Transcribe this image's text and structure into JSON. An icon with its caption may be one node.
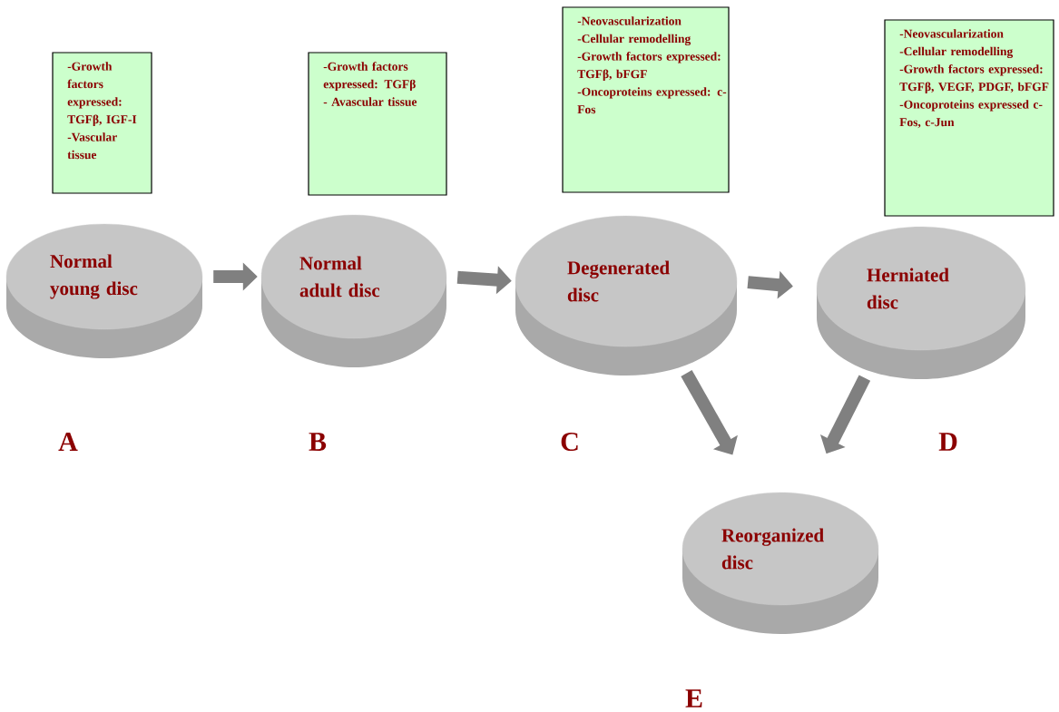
{
  "diagram": {
    "nodes": [
      {
        "text": [
          "-Growth factors expressed: TGFβ, IGF-I",
          "-Vascular tissue"
        ]
      },
      {
        "text": [
          "-Growth factors expressed: TGFβ",
          "- Avascular tissue"
        ]
      },
      {
        "text": [
          "-Neovascularization",
          "-Cellular remodelling",
          "-Growth factors expressed: TGFβ,  bFGF",
          "-Oncoproteins expressed: c-Fos"
        ]
      },
      {
        "text": [
          "-Neovascularization",
          "-Cellular remodelling",
          "-Growth factors expressed: TGFβ, VEGF, PDGF, bFGF",
          "-Oncoproteins expressed c-Fos, c-Jun"
        ]
      },
      {
        "text": [
          "Normal young disc"
        ],
        "beside": [
          "A"
        ]
      },
      {
        "text": [
          "Normal adult disc"
        ],
        "beside": [
          "B"
        ]
      },
      {
        "text": [
          "Degenerated disc"
        ],
        "beside": [
          "C"
        ]
      },
      {
        "text": [
          "Herniated disc"
        ],
        "beside": [
          "D"
        ]
      },
      {
        "text": [
          "Reorganized disc"
        ],
        "beside": [
          "E"
        ]
      }
    ],
    "edges": [
      {
        "from": 4,
        "to": 5,
        "arrow": "to"
      },
      {
        "from": 5,
        "to": 6,
        "arrow": "to"
      },
      {
        "from": 6,
        "to": 7,
        "arrow": "to"
      },
      {
        "from": 6,
        "to": 8,
        "arrow": "to"
      },
      {
        "from": 7,
        "to": 8,
        "arrow": "to"
      }
    ]
  }
}
